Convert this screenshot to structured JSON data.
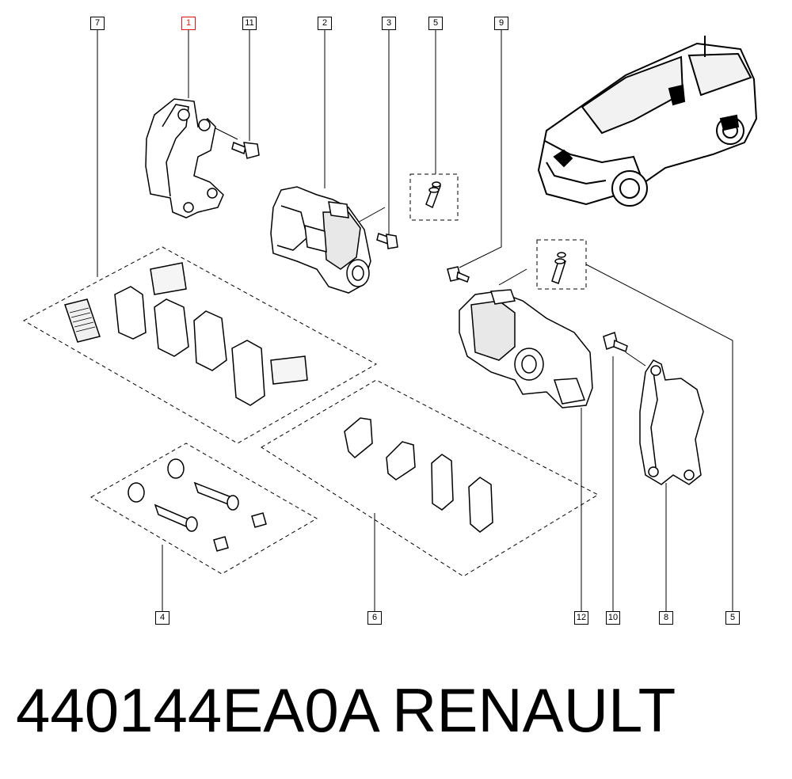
{
  "callouts": {
    "c1": "1",
    "c2": "2",
    "c3": "3",
    "c4": "4",
    "c5_top": "5",
    "c5_bottom": "5",
    "c6": "6",
    "c7": "7",
    "c8": "8",
    "c9": "9",
    "c10": "10",
    "c11": "11",
    "c12": "12"
  },
  "highlighted_callout": "1",
  "colors": {
    "highlight": "#e0151b",
    "line": "#000000"
  },
  "caption": {
    "part_number": "440144EA0A",
    "brand": "RENAULT"
  }
}
